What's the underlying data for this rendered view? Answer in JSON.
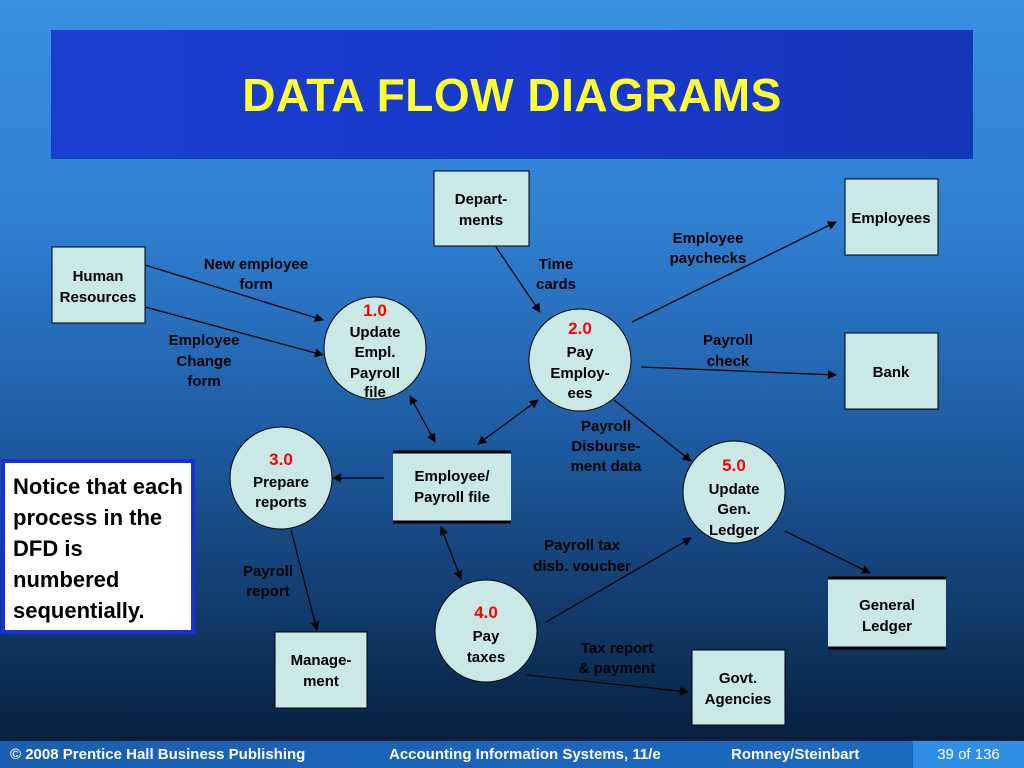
{
  "slide": {
    "title": "DATA FLOW DIAGRAMS",
    "note": "Notice that each process in the DFD is numbered sequentially.",
    "footer": {
      "copyright": "© 2008 Prentice Hall Business Publishing",
      "course": "Accounting Information Systems, 11/e",
      "authors": "Romney/Steinbart",
      "page": "39 of 136"
    }
  },
  "diagram": {
    "entities": {
      "human_resources": [
        "Human",
        "Resources"
      ],
      "departments": [
        "Depart-",
        "ments"
      ],
      "employees": [
        "Employees"
      ],
      "bank": [
        "Bank"
      ],
      "management": [
        "Manage-",
        "ment"
      ],
      "govt_agencies": [
        "Govt.",
        "Agencies"
      ]
    },
    "data_stores": {
      "employee_payroll_file": [
        "Employee/",
        "Payroll file"
      ],
      "general_ledger": [
        "General",
        "Ledger"
      ]
    },
    "processes": {
      "p1": {
        "number": "1.0",
        "lines": [
          "Update",
          "Empl.",
          "Payroll",
          "file"
        ]
      },
      "p2": {
        "number": "2.0",
        "lines": [
          "Pay",
          "Employ-",
          "ees"
        ]
      },
      "p3": {
        "number": "3.0",
        "lines": [
          "Prepare",
          "reports"
        ]
      },
      "p4": {
        "number": "4.0",
        "lines": [
          "Pay",
          "taxes"
        ]
      },
      "p5": {
        "number": "5.0",
        "lines": [
          "Update",
          "Gen.",
          "Ledger"
        ]
      }
    },
    "flows": {
      "new_employee_form": [
        "New employee",
        "form"
      ],
      "employee_change_form": [
        "Employee",
        "Change",
        "form"
      ],
      "time_cards": [
        "Time",
        "cards"
      ],
      "employee_paychecks": [
        "Employee",
        "paychecks"
      ],
      "payroll_check": [
        "Payroll",
        "check"
      ],
      "payroll_disbursement_data": [
        "Payroll",
        "Disburse-",
        "ment data"
      ],
      "payroll_report": [
        "Payroll",
        "report"
      ],
      "payroll_tax_disb_voucher": [
        "Payroll tax",
        "disb. voucher"
      ],
      "tax_report_payment": [
        "Tax report",
        "& payment"
      ]
    },
    "colors": {
      "entity_fill": "#c9e8e6",
      "process_fill": "#c9e8e6",
      "process_number": "#ff0000",
      "arrow": "#000000",
      "title": "#ffff33"
    }
  }
}
